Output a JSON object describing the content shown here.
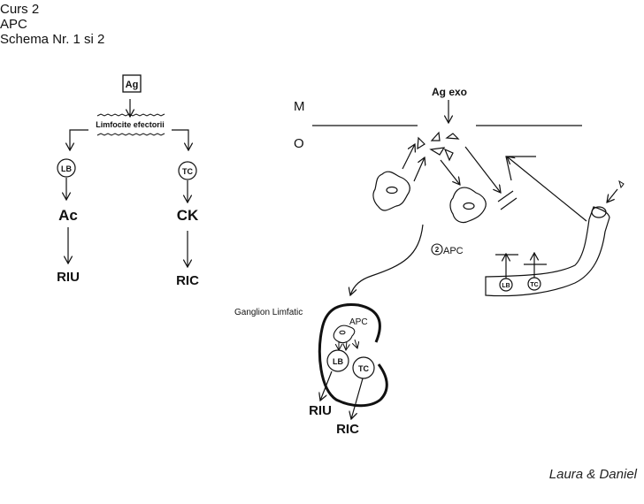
{
  "header": {
    "line1": "Curs 2",
    "line2": "APC",
    "line3": "Schema Nr. 1 si 2"
  },
  "schema1": {
    "antigen": "Ag",
    "effector_label": "Limfocite efectorii",
    "left_cell": "LB",
    "right_cell": "TC",
    "left_product": "Ac",
    "right_product": "CK",
    "left_response": "RIU",
    "right_response": "RIC"
  },
  "schema2": {
    "antigen_label": "Ag exo",
    "layer_top": "M",
    "layer_bottom": "O",
    "apc_marker_number": "2",
    "apc_marker_label": "APC",
    "vessel_cell_left": "LB",
    "vessel_cell_right": "TC",
    "node_label": "Ganglion Limfatic",
    "node_apc": "APC",
    "node_cell_left": "LB",
    "node_cell_right": "TC",
    "response_humoral": "RIU",
    "response_cellular": "RIC"
  },
  "credit": "Laura & Daniel"
}
